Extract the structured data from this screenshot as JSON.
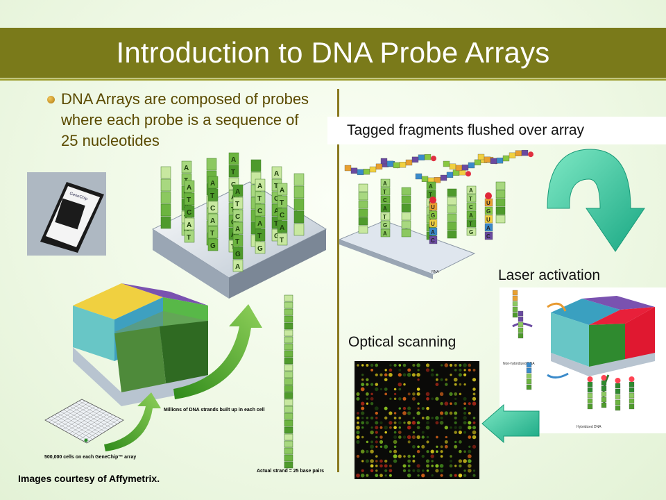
{
  "slide": {
    "title": "Introduction to DNA Probe Arrays",
    "bullet": "DNA Arrays are composed of probes where each probe is a sequence of 25 nucleotides",
    "credit": "Images courtesy of Affymetrix."
  },
  "left_figure": {
    "chip_brand": "GeneChip",
    "probe_letters": [
      "A",
      "T",
      "C",
      "A",
      "T",
      "G"
    ],
    "caption_cells": "500,000 cells on each GeneChip™ array",
    "caption_strands": "Millions of DNA strands built up in each cell",
    "caption_strand": "Actual strand = 25 base pairs"
  },
  "right_figure": {
    "label_tagged": "Tagged fragments flushed over array",
    "label_laser": "Laser activation",
    "label_optical": "Optical scanning",
    "rna_letters": [
      "U",
      "G",
      "U",
      "A",
      "C"
    ],
    "caption_rna": "RNA",
    "caption_nonhybrid": "Non-hybridized DNA",
    "caption_hybrid": "Hybridized DNA"
  },
  "colors": {
    "title_bar": "#7a7a1a",
    "bullet_text": "#5a4a00",
    "arrow_teal": "#2cc39a",
    "probe_green": "#4aa82a"
  }
}
